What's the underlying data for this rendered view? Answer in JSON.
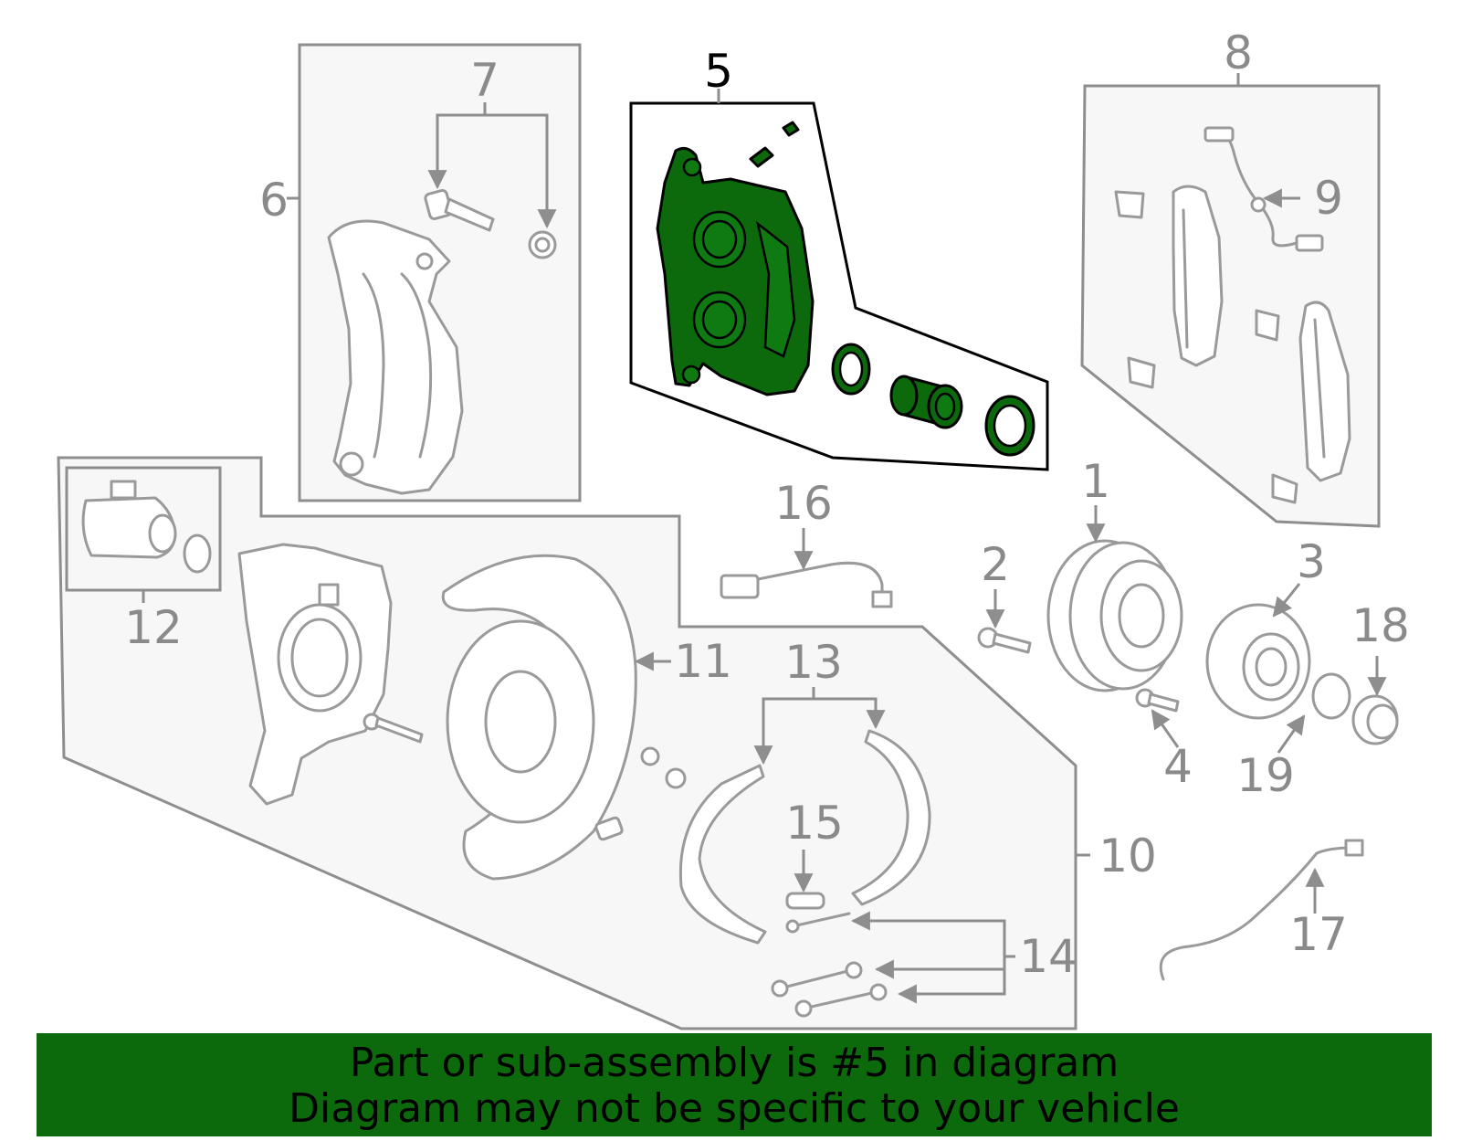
{
  "diagram": {
    "highlighted_part": "5",
    "highlight_color": "#0c6a0c",
    "callouts": [
      "1",
      "2",
      "3",
      "4",
      "5",
      "6",
      "7",
      "8",
      "9",
      "10",
      "11",
      "12",
      "13",
      "14",
      "15",
      "16",
      "17",
      "18",
      "19"
    ]
  },
  "banner": {
    "line1": "Part or sub-assembly is #5 in diagram",
    "line2": "Diagram may not be specific to your vehicle",
    "background": "#0c6a0c"
  }
}
